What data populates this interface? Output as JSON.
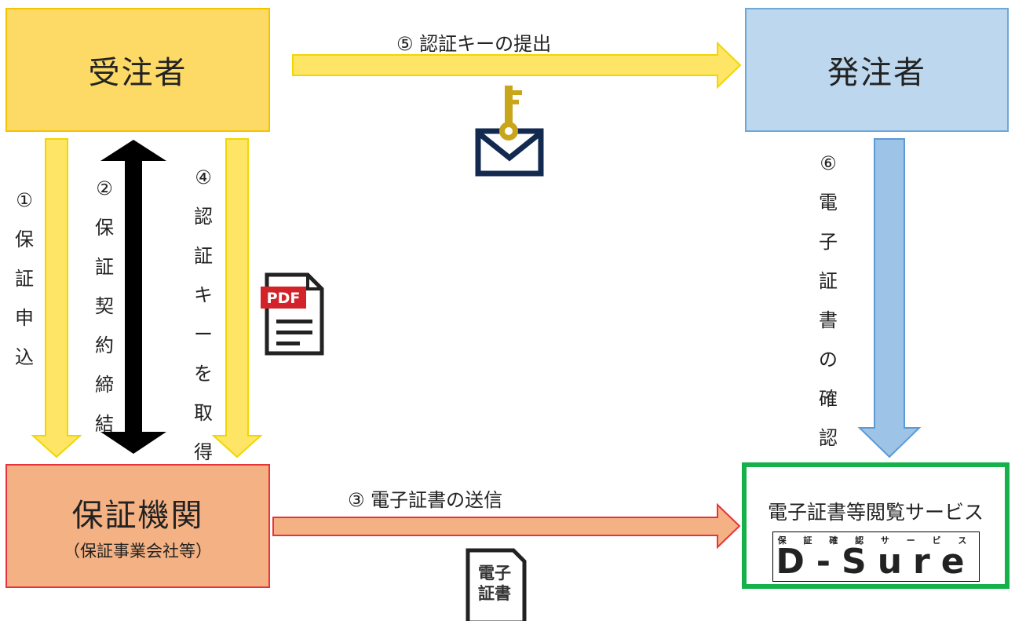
{
  "nodes": {
    "contractor": "受注者",
    "orderer": "発注者",
    "guarantor": "保証機関",
    "guarantor_sub": "（保証事業会社等）",
    "service": "電子証書等閲覧サービス"
  },
  "logo": {
    "tagline": "保 証 確 認 サ ー ビ ス",
    "name": "D-Sure"
  },
  "steps": {
    "s1": [
      "①",
      "保",
      "証",
      "申",
      "込"
    ],
    "s2": [
      "②",
      "保",
      "証",
      "契",
      "約",
      "締",
      "結"
    ],
    "s3": "③ 電子証書の送信",
    "s4": [
      "④",
      "認",
      "証",
      "キ",
      "ー",
      "を",
      "取",
      "得"
    ],
    "s5": "⑤ 認証キーの提出",
    "s6": [
      "⑥",
      "電",
      "子",
      "証",
      "書",
      "の",
      "確",
      "認"
    ]
  },
  "doc_icon": {
    "pdf_label": "PDF",
    "cert_line1": "電子",
    "cert_line2": "証書"
  },
  "colors": {
    "yellow_arrow": "#fee565",
    "yellow_border": "#f2d600",
    "blue_arrow": "#9dc3e6",
    "blue_border": "#5b9bd5",
    "orange_arrow": "#f4b183",
    "red_border": "#e8333a",
    "navy_icon": "#132a50",
    "gold_key": "#c9a51a",
    "green_frame": "#15b24a"
  },
  "icons": [
    "key-envelope-icon",
    "pdf-document-icon",
    "certificate-document-icon"
  ]
}
